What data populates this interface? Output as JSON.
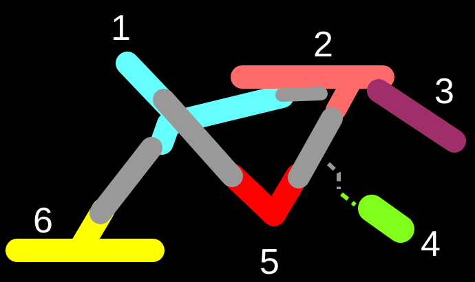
{
  "labels": {
    "n1": "1",
    "n2": "2",
    "n3": "3",
    "n4": "4",
    "n5": "5",
    "n6": "6"
  },
  "colors": {
    "background": "#000000",
    "piece1": "#66ffff",
    "piece2": "#ff6b6b",
    "piece3": "#9e2f6a",
    "piece4": "#7fff1a",
    "piece5": "#ff0000",
    "piece6": "#ffff00",
    "connector": "#999999"
  }
}
